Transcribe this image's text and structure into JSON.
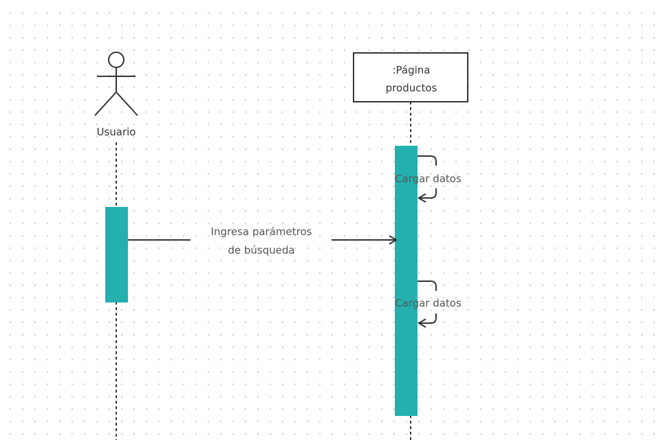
{
  "diagram": {
    "type": "sequence",
    "actor": {
      "name": "Usuario"
    },
    "object": {
      "line1": ":Página",
      "line2": "productos"
    },
    "messages": [
      {
        "from": "Usuario",
        "to": ":Página productos",
        "line1": "Ingresa parámetros",
        "line2": "de búsqueda"
      }
    ],
    "self_calls": [
      {
        "label": "Cargar datos"
      },
      {
        "label": "Cargar datos"
      }
    ]
  },
  "colors": {
    "activation": "#25b0b0",
    "line": "#333333",
    "box_fill": "#ffffff"
  }
}
